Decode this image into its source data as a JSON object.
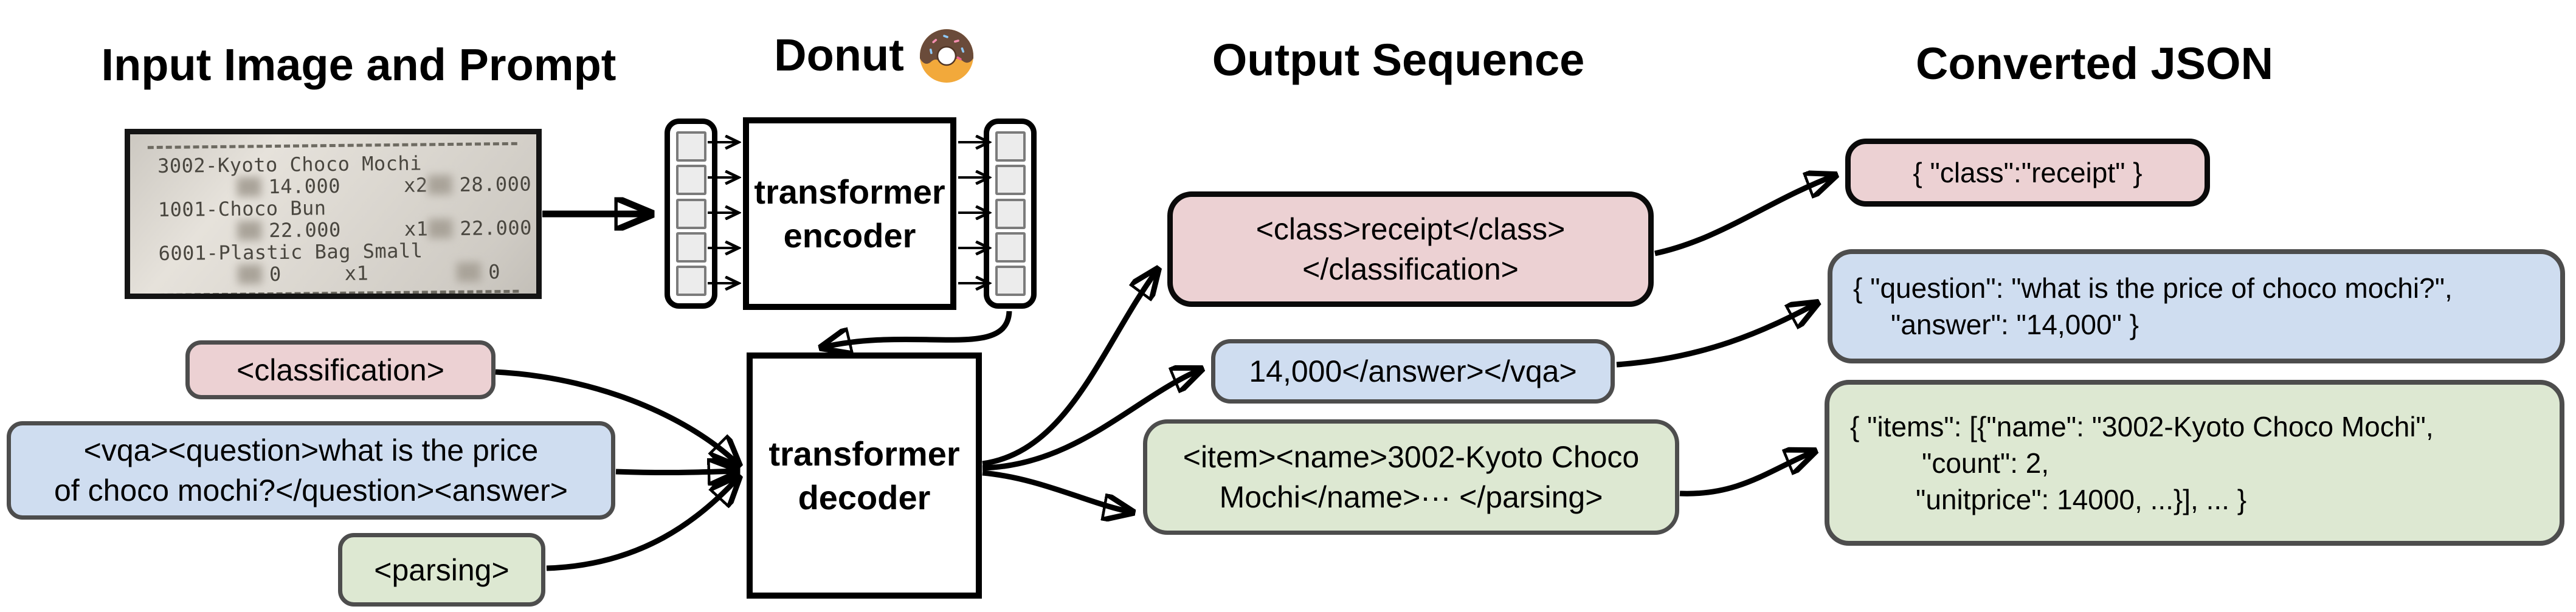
{
  "titles": {
    "input": "Input Image and Prompt",
    "model": "Donut",
    "output": "Output Sequence",
    "json": "Converted JSON"
  },
  "colors": {
    "pink": "#ecd1d3",
    "blue": "#cfddf0",
    "green": "#dde8d2",
    "box_border_gray": "#4d4d4d",
    "arrow_black": "#000000",
    "token_fill": "#ececec"
  },
  "icons": {
    "model": "donut-icon"
  },
  "receipt": {
    "items": [
      {
        "name": "3002-Kyoto Choco Mochi",
        "unit": "14.000",
        "qty": "x2",
        "total": "28.000"
      },
      {
        "name": "1001-Choco Bun",
        "unit": "22.000",
        "qty": "x1",
        "total": "22.000"
      },
      {
        "name": "6001-Plastic Bag Small",
        "unit": "0",
        "qty": "x1",
        "total": "0"
      }
    ]
  },
  "encoder": {
    "lines": [
      "transformer",
      "encoder"
    ]
  },
  "decoder": {
    "lines": [
      "transformer",
      "decoder"
    ]
  },
  "prompts": {
    "classification": {
      "label": "<classification>"
    },
    "vqa": {
      "lines": [
        "<vqa><question>what is the price",
        "of choco mochi?</question><answer>"
      ]
    },
    "parsing": {
      "label": "<parsing>"
    }
  },
  "sequences": [
    {
      "id": "classification",
      "lines": [
        "<class>receipt</class>",
        "</classification>"
      ]
    },
    {
      "id": "vqa",
      "lines": [
        "14,000</answer></vqa>"
      ]
    },
    {
      "id": "parsing",
      "lines": [
        "<item><name>3002-Kyoto Choco",
        "Mochi</name>··· </parsing>"
      ]
    }
  ],
  "jsons": [
    {
      "id": "classification",
      "lines": [
        "{ \"class\":\"receipt\" }"
      ]
    },
    {
      "id": "vqa",
      "lines": [
        "{ \"question\": \"what is the price of choco mochi?\",",
        "\"answer\": \"14,000\" }"
      ]
    },
    {
      "id": "parsing",
      "lines": [
        "{ \"items\": [{\"name\": \"3002-Kyoto Choco Mochi\",",
        "\"count\": 2,",
        "\"unitprice\": 14000, ...}], ... }"
      ]
    }
  ]
}
